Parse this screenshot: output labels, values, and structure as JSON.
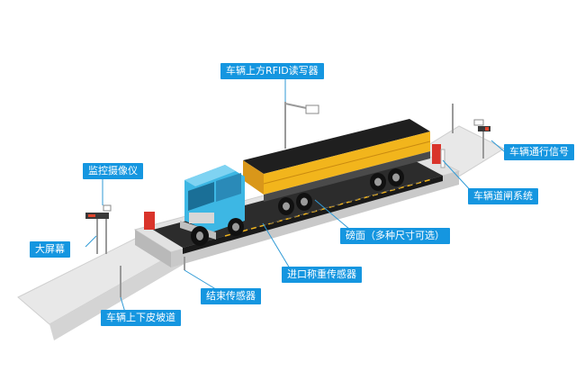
{
  "labels": {
    "rfid_reader": "车辆上方RFID读写器",
    "monitor_camera": "监控摄像仪",
    "vehicle_signal": "车辆通行信号",
    "barrier_system": "车辆道闸系统",
    "big_screen": "大屏幕",
    "scale_platform": "磅面（多种尺寸可选）",
    "entry_sensor": "进口称重传感器",
    "end_sensor": "结束传感器",
    "ramp": "车辆上下皮坡道"
  },
  "colors": {
    "label_bg": "#1596e0",
    "leader_line": "#2f9ad6",
    "truck_cab": "#3db7e4",
    "cargo_box": "#f2b51c",
    "coal": "#1f1f1f",
    "platform": "#2c2c2c",
    "ground": "#e6e6e6",
    "barrier": "#d9342b"
  }
}
